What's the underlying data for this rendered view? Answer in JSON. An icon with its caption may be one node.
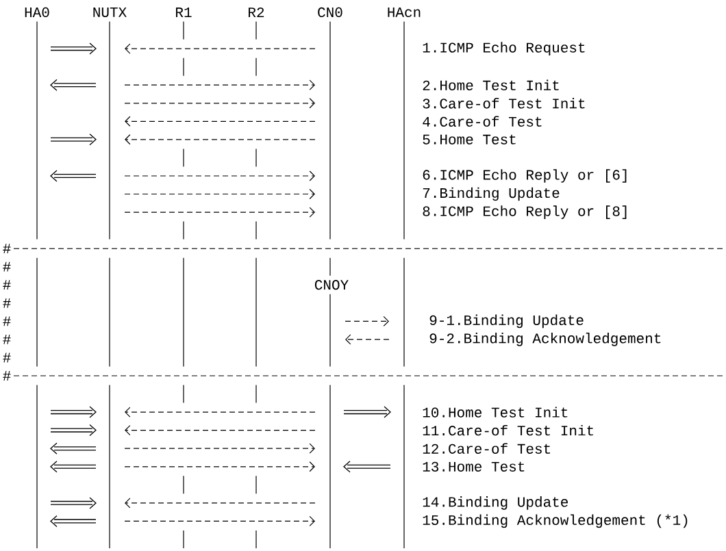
{
  "diagram": {
    "nodes": [
      {
        "text": [
          "HA0"
        ]
      },
      {
        "text": [
          "NUTX"
        ]
      },
      {
        "text": [
          "R1"
        ]
      },
      {
        "text": [
          "R2"
        ]
      },
      {
        "text": [
          "CN0",
          "CNOY"
        ]
      },
      {
        "text": [
          "HAcn"
        ]
      }
    ],
    "edges": [
      {
        "from": 0,
        "to": 1,
        "arrow": "to"
      },
      {
        "from": 4,
        "to": 1,
        "arrow": "to",
        "style": "dashed"
      },
      {
        "from": 1,
        "to": 0,
        "arrow": "to"
      },
      {
        "from": 1,
        "to": 4,
        "arrow": "to",
        "style": "dashed"
      },
      {
        "from": 1,
        "to": 4,
        "arrow": "to",
        "style": "dashed"
      },
      {
        "from": 4,
        "to": 1,
        "arrow": "to",
        "style": "dashed"
      },
      {
        "from": 0,
        "to": 1,
        "arrow": "to"
      },
      {
        "from": 4,
        "to": 1,
        "arrow": "to",
        "style": "dashed"
      },
      {
        "from": 1,
        "to": 0,
        "arrow": "to"
      },
      {
        "from": 1,
        "to": 4,
        "arrow": "to",
        "style": "dashed"
      },
      {
        "from": 1,
        "to": 4,
        "arrow": "to",
        "style": "dashed"
      },
      {
        "from": 1,
        "to": 4,
        "arrow": "to",
        "style": "dashed"
      },
      {
        "from": 4,
        "to": 5,
        "arrow": "to",
        "style": "dashed"
      },
      {
        "from": 5,
        "to": 4,
        "arrow": "to",
        "style": "dashed"
      },
      {
        "from": 0,
        "to": 1,
        "arrow": "to"
      },
      {
        "from": 4,
        "to": 1,
        "arrow": "to",
        "style": "dashed"
      },
      {
        "from": 4,
        "to": 5,
        "arrow": "to"
      },
      {
        "from": 0,
        "to": 1,
        "arrow": "to"
      },
      {
        "from": 4,
        "to": 1,
        "arrow": "to",
        "style": "dashed"
      },
      {
        "from": 1,
        "to": 0,
        "arrow": "to"
      },
      {
        "from": 1,
        "to": 4,
        "arrow": "to",
        "style": "dashed"
      },
      {
        "from": 1,
        "to": 0,
        "arrow": "to"
      },
      {
        "from": 1,
        "to": 4,
        "arrow": "to",
        "style": "dashed"
      },
      {
        "from": 5,
        "to": 4,
        "arrow": "to"
      },
      {
        "from": 0,
        "to": 1,
        "arrow": "to"
      },
      {
        "from": 4,
        "to": 1,
        "arrow": "to",
        "style": "dashed"
      },
      {
        "from": 1,
        "to": 0,
        "arrow": "to"
      },
      {
        "from": 1,
        "to": 4,
        "arrow": "to",
        "style": "dashed"
      }
    ],
    "labels": [
      "1.ICMP Echo Request",
      "2.Home Test Init",
      "3.Care-of Test Init",
      "4.Care-of Test",
      "5.Home Test",
      "6.ICMP Echo Reply or [6]",
      "7.Binding Update",
      "8.ICMP Echo Reply or [8]",
      "#",
      "#",
      "#",
      "#",
      "#",
      "9-1.Binding Update",
      "#",
      "9-2.Binding Acknowledgement",
      "#",
      "#",
      "10.Home Test Init",
      "11.Care-of Test Init",
      "12.Care-of Test",
      "13.Home Test",
      "14.Binding Update",
      "15.Binding Acknowledgement (*1)"
    ]
  }
}
